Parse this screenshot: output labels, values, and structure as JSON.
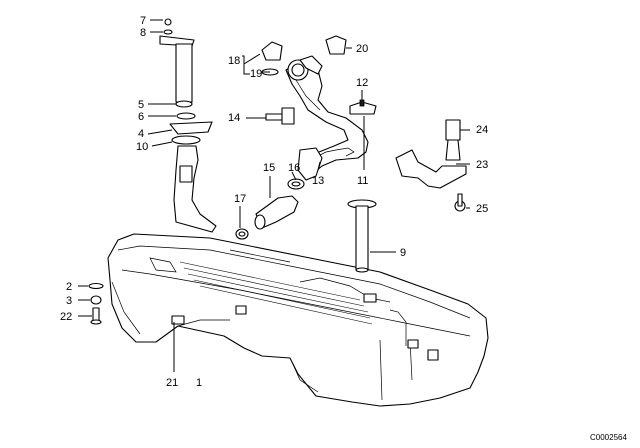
{
  "labels": {
    "l7": "7",
    "l8": "8",
    "l5": "5",
    "l6": "6",
    "l4": "4",
    "l10": "10",
    "l18": "18",
    "l19": "19",
    "l20": "20",
    "l12": "12",
    "l14": "14",
    "l24": "24",
    "l23": "23",
    "l15": "15",
    "l16": "16",
    "l13": "13",
    "l11": "11",
    "l25": "25",
    "l17": "17",
    "l9": "9",
    "l2": "2",
    "l3": "3",
    "l22": "22",
    "l21": "21",
    "l1": "1"
  },
  "diagram_code": "C0002564"
}
